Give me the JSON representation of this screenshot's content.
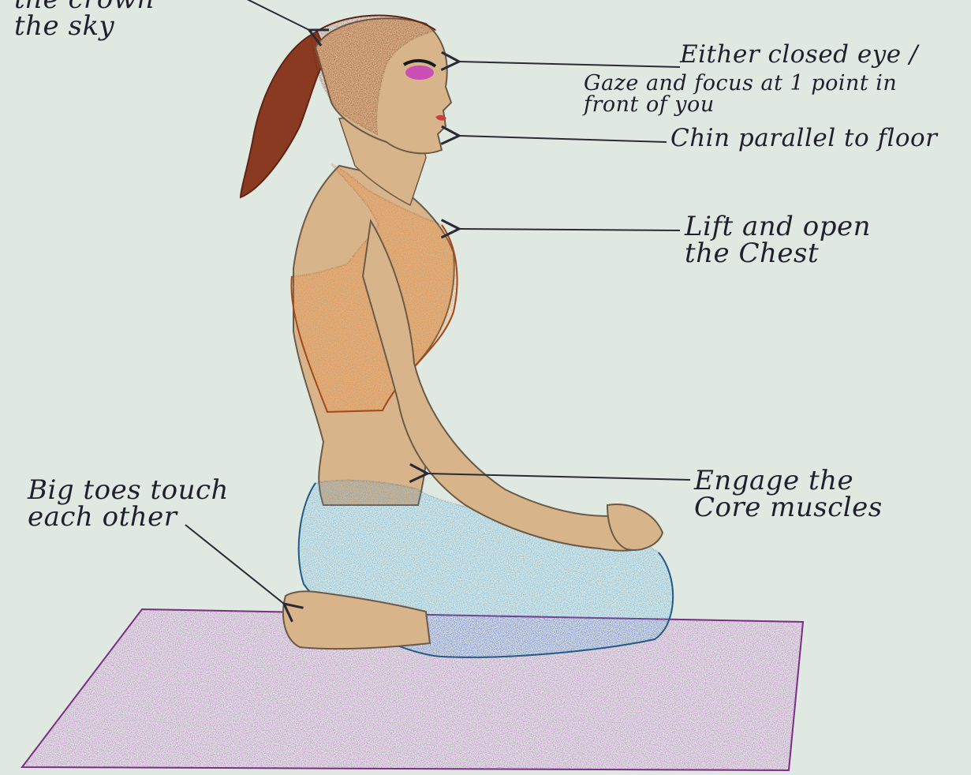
{
  "colors": {
    "paper": "#dfe9e1",
    "skin": "#d8b48a",
    "hair": "#8b3a22",
    "top": "#f07a22",
    "pants": "#3f9ee0",
    "mat": "#b650c2",
    "ink": "#1f1f2e",
    "eyeshadow": "#c94fb4"
  },
  "annotations": {
    "crown": "the crown\nthe sky",
    "eyes_line1": "Either closed eye /",
    "eyes_line2": "Gaze and focus at 1 point in\nfront of you",
    "chin": "Chin parallel to floor",
    "chest": "Lift and open\nthe Chest",
    "core": "Engage the\nCore muscles",
    "toes": "Big toes touch\neach other"
  }
}
